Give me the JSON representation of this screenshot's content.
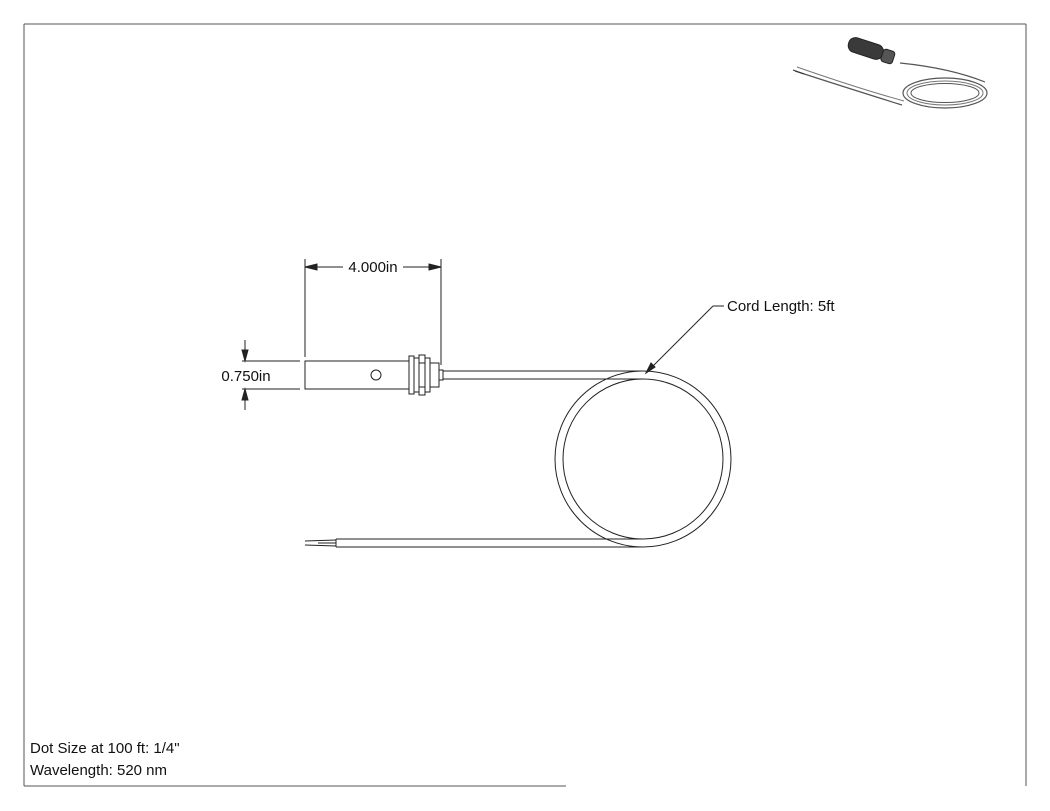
{
  "drawing": {
    "length_dimension": "4.000in",
    "diameter_dimension": "0.750in",
    "cord_callout": "Cord Length: 5ft"
  },
  "notes": {
    "dot_size": "Dot Size at 100 ft: 1/4\"",
    "wavelength": "Wavelength: 520 nm"
  },
  "colors": {
    "line": "#222222",
    "thumbnail_body": "#3a3a3a",
    "thumbnail_cable": "#555555"
  }
}
